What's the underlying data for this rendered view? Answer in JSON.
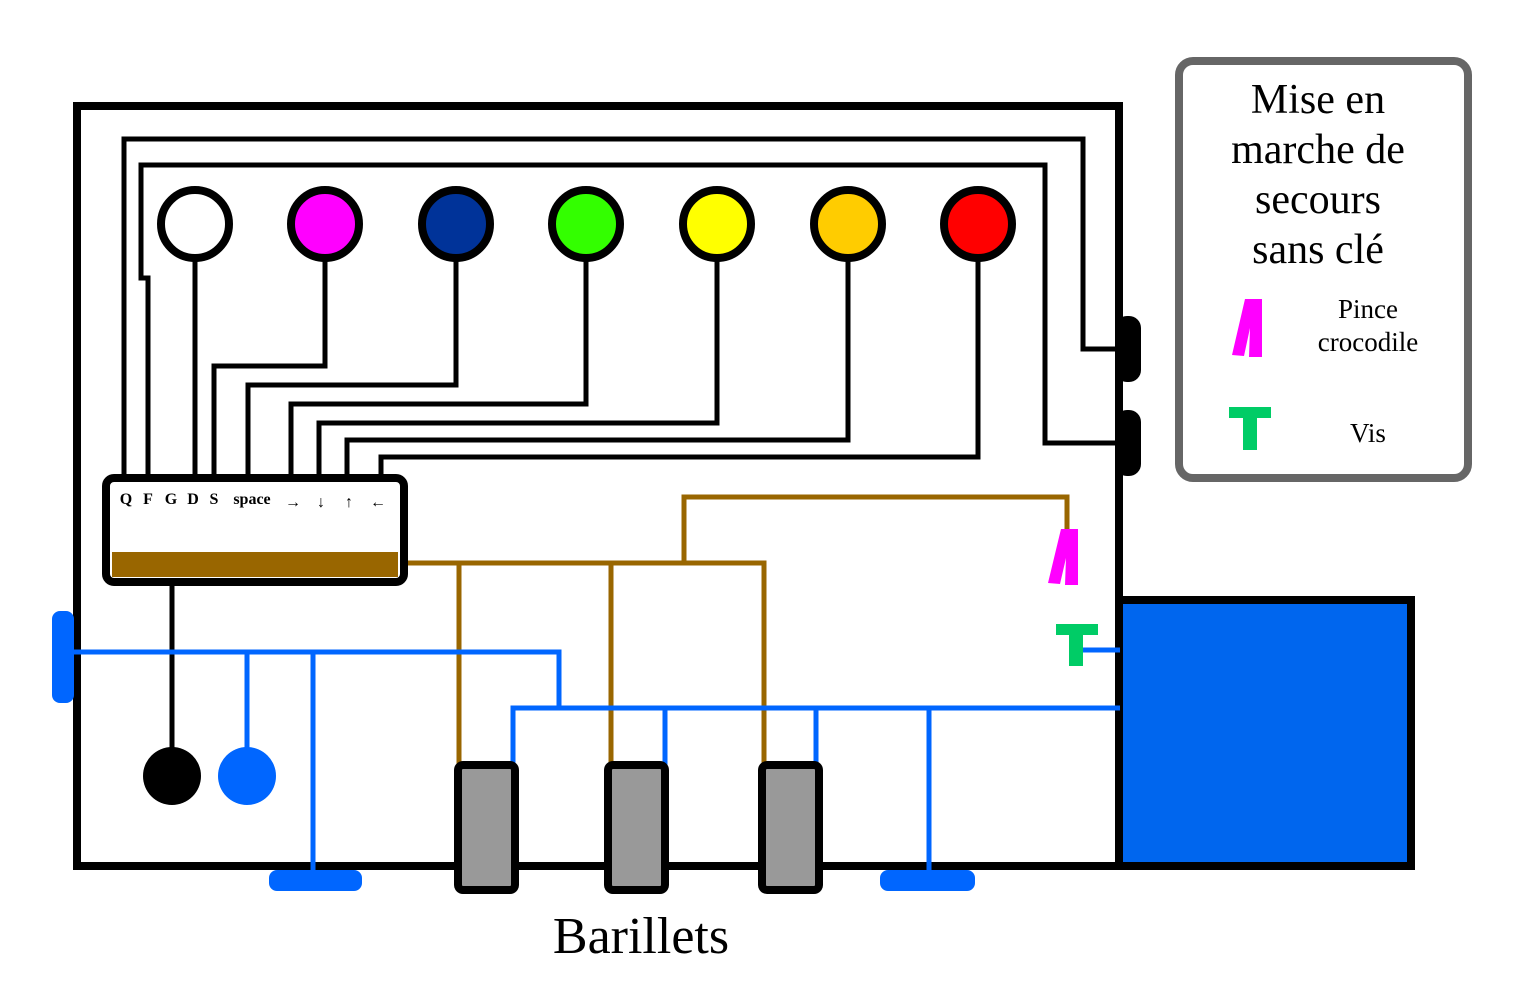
{
  "legend": {
    "title_lines": [
      "Mise en",
      "marche de",
      "secours",
      "sans clé"
    ],
    "items": [
      {
        "lines": [
          "Pince",
          "crocodile"
        ],
        "icon": "crocodile-clip-icon",
        "color": "#ff00ff"
      },
      {
        "lines": [
          "Vis"
        ],
        "icon": "screw-icon",
        "color": "#00cc66"
      }
    ]
  },
  "keyboard": {
    "keys": [
      "Q",
      "F",
      "G",
      "D",
      "S",
      "space",
      "→",
      "↓",
      "↑",
      "←"
    ]
  },
  "buttons": [
    {
      "name": "white",
      "color": "#ffffff"
    },
    {
      "name": "magenta",
      "color": "#ff00ff"
    },
    {
      "name": "blue",
      "color": "#003399"
    },
    {
      "name": "green",
      "color": "#33ff00"
    },
    {
      "name": "yellow",
      "color": "#ffff00"
    },
    {
      "name": "orange",
      "color": "#ffcc00"
    },
    {
      "name": "red",
      "color": "#ff0000"
    }
  ],
  "caption": "Barillets",
  "colors": {
    "wire_black": "#000000",
    "wire_brown": "#996600",
    "wire_blue": "#0066ff",
    "box_blue": "#0066ee",
    "barrel_gray": "#999999",
    "legend_border": "#666666"
  }
}
